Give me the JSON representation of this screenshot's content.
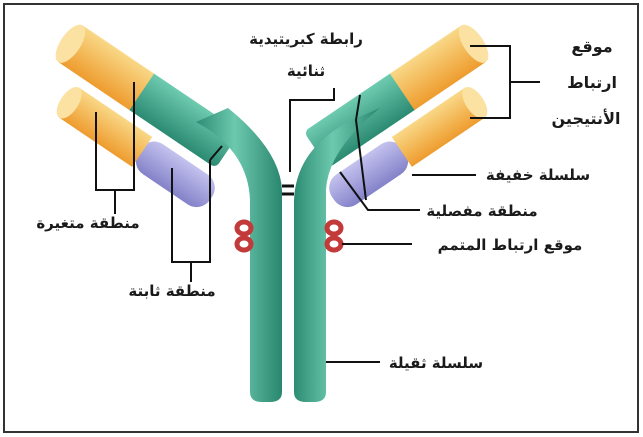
{
  "labels": {
    "disulfide_bond_line1": "رابطة كبريتيدية",
    "disulfide_bond_line2": "ثنائية",
    "antigen_site_line1": "موقع",
    "antigen_site_line2": "ارتباط",
    "antigen_site_line3": "الأنتيجين",
    "light_chain": "سلسلة خفيفة",
    "hinge_region": "منطقة مفصلية",
    "complement_site": "موقع ارتباط المتمم",
    "heavy_chain": "سلسلة ثقيلة",
    "variable_region": "منطقة متغيرة",
    "constant_region": "منطقة ثابتة"
  },
  "colors": {
    "frame": "#333333",
    "heavy_chain": "#4fb39a",
    "heavy_chain_dark": "#2a8a72",
    "light_chain": "#9a98d8",
    "variable_region": "#f2a83a",
    "variable_region_light": "#f8d27c",
    "complement_site": "#c23a3a"
  }
}
